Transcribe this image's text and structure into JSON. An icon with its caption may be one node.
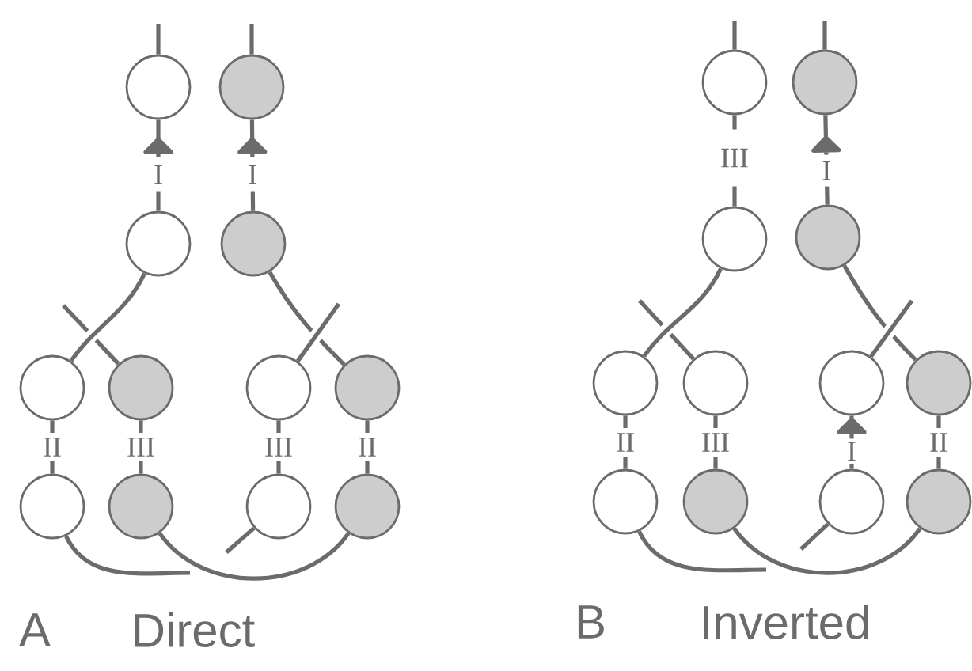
{
  "diagram": {
    "nodes": [
      {
        "text": [],
        "shape": "circle"
      },
      {
        "text": [],
        "shape": "circle"
      },
      {
        "text": [],
        "shape": "circle"
      },
      {
        "text": [],
        "shape": "circle"
      },
      {
        "text": [],
        "shape": "circle"
      },
      {
        "text": [],
        "shape": "circle"
      },
      {
        "text": [],
        "shape": "circle"
      },
      {
        "text": [],
        "shape": "circle"
      },
      {
        "text": [],
        "shape": "circle"
      },
      {
        "text": [],
        "shape": "circle"
      },
      {
        "text": [],
        "shape": "circle"
      },
      {
        "text": [],
        "shape": "circle"
      },
      {
        "text": [],
        "shape": "circle"
      },
      {
        "text": [],
        "shape": "circle"
      },
      {
        "text": [],
        "shape": "circle"
      },
      {
        "text": [],
        "shape": "circle"
      },
      {
        "text": [],
        "shape": "circle"
      },
      {
        "text": [],
        "shape": "circle"
      },
      {
        "text": [],
        "shape": "circle"
      },
      {
        "text": [],
        "shape": "circle"
      },
      {
        "text": [],
        "shape": "circle"
      },
      {
        "text": [],
        "shape": "circle"
      },
      {
        "text": [],
        "shape": "circle"
      },
      {
        "text": [],
        "shape": "circle"
      }
    ],
    "edges": [
      {
        "from": null,
        "to": 0,
        "arrow": "none"
      },
      {
        "from": null,
        "to": 1,
        "arrow": "none"
      },
      {
        "from": 2,
        "to": 0,
        "arrow": "to",
        "label": "I"
      },
      {
        "from": 3,
        "to": 1,
        "arrow": "to",
        "label": "I"
      },
      {
        "from": 2,
        "to": 4,
        "arrow": "none"
      },
      {
        "from": null,
        "to": 5,
        "arrow": "none"
      },
      {
        "from": 3,
        "to": 7,
        "arrow": "none"
      },
      {
        "from": null,
        "to": 6,
        "arrow": "none"
      },
      {
        "from": 4,
        "to": 8,
        "arrow": "none",
        "label": "II"
      },
      {
        "from": 5,
        "to": 9,
        "arrow": "none",
        "label": "III"
      },
      {
        "from": 6,
        "to": 10,
        "arrow": "none",
        "label": "III"
      },
      {
        "from": 7,
        "to": 11,
        "arrow": "none",
        "label": "II"
      },
      {
        "from": 8,
        "to": null,
        "arrow": "none"
      },
      {
        "from": 9,
        "to": 11,
        "arrow": "none"
      },
      {
        "from": 10,
        "to": null,
        "arrow": "none"
      },
      {
        "from": null,
        "to": 12,
        "arrow": "none"
      },
      {
        "from": null,
        "to": 13,
        "arrow": "none"
      },
      {
        "from": 12,
        "to": 14,
        "arrow": "none",
        "label": "III"
      },
      {
        "from": 15,
        "to": 13,
        "arrow": "to",
        "label": "I"
      },
      {
        "from": 14,
        "to": 16,
        "arrow": "none"
      },
      {
        "from": null,
        "to": 17,
        "arrow": "none"
      },
      {
        "from": 15,
        "to": 19,
        "arrow": "none"
      },
      {
        "from": null,
        "to": 18,
        "arrow": "none"
      },
      {
        "from": 16,
        "to": 20,
        "arrow": "none",
        "label": "II"
      },
      {
        "from": 17,
        "to": 21,
        "arrow": "none",
        "label": "III"
      },
      {
        "from": 22,
        "to": 18,
        "arrow": "to",
        "label": "I"
      },
      {
        "from": 19,
        "to": 23,
        "arrow": "none",
        "label": "II"
      },
      {
        "from": 20,
        "to": null,
        "arrow": "none"
      },
      {
        "from": 21,
        "to": 23,
        "arrow": "none"
      },
      {
        "from": 22,
        "to": null,
        "arrow": "none"
      }
    ],
    "labels": [
      "A",
      "Direct",
      "B",
      "Inverted"
    ]
  }
}
